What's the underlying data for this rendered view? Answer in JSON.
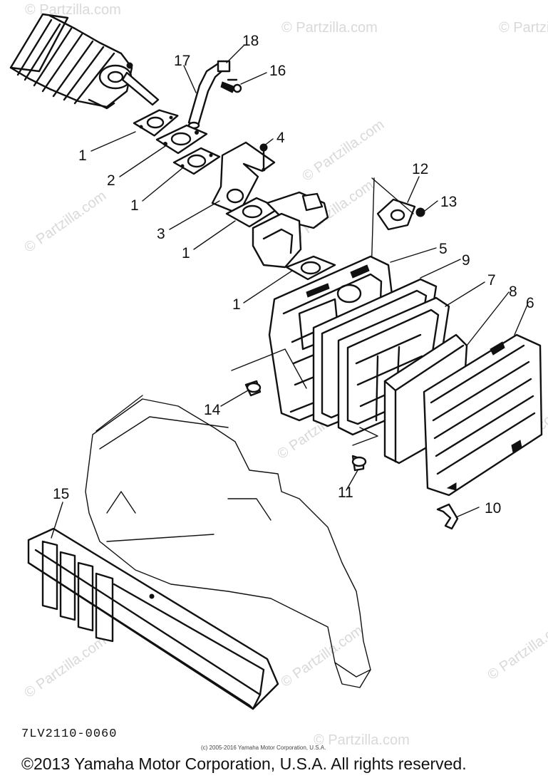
{
  "diagram": {
    "part_numbers": [
      "1",
      "2",
      "1",
      "3",
      "1",
      "1",
      "4",
      "5",
      "6",
      "7",
      "8",
      "9",
      "10",
      "11",
      "12",
      "13",
      "14",
      "15",
      "16",
      "17",
      "18"
    ],
    "drawing_code": "7LV2110-0060",
    "fine_print": "(c) 2005-2016 Yamaha Motor Corporation, U.S.A.",
    "copyright": "©2013 Yamaha Motor Corporation, U.S.A. All rights reserved.",
    "watermark": "© Partzilla.com"
  }
}
